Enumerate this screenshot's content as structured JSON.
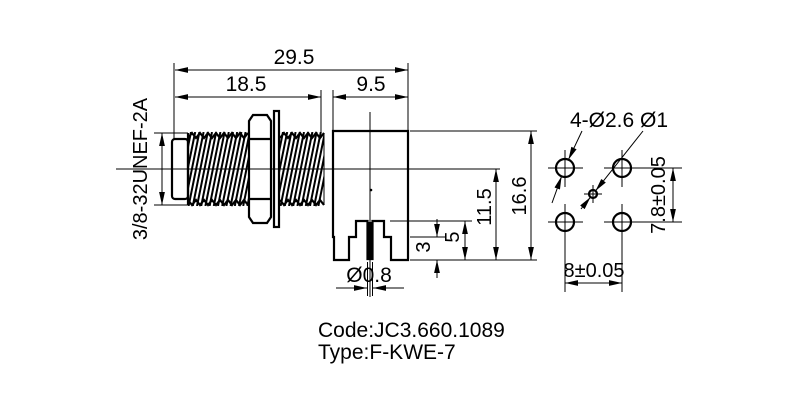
{
  "meta": {
    "background": "#ffffff",
    "line_color": "#000000",
    "drawing_kind": "connector engineering drawing"
  },
  "side_view": {
    "thread_spec": "3/8-32UNEF-2A",
    "dims": {
      "overall_length": "29.5",
      "thread_length": "18.5",
      "body_depth": "9.5",
      "body_height": "16.6",
      "axis_to_base": "11.5",
      "slot_height": "5",
      "leg_height": "3",
      "pin_diameter": "Ø0.8"
    }
  },
  "footprint_view": {
    "hole_callout": "4-Ø2.6 Ø1",
    "dims": {
      "row_pitch": "7.8±0.05",
      "column_pitch": "8±0.05"
    }
  },
  "title_block": {
    "code": "Code:JC3.660.1089",
    "type": "Type:F-KWE-7"
  }
}
